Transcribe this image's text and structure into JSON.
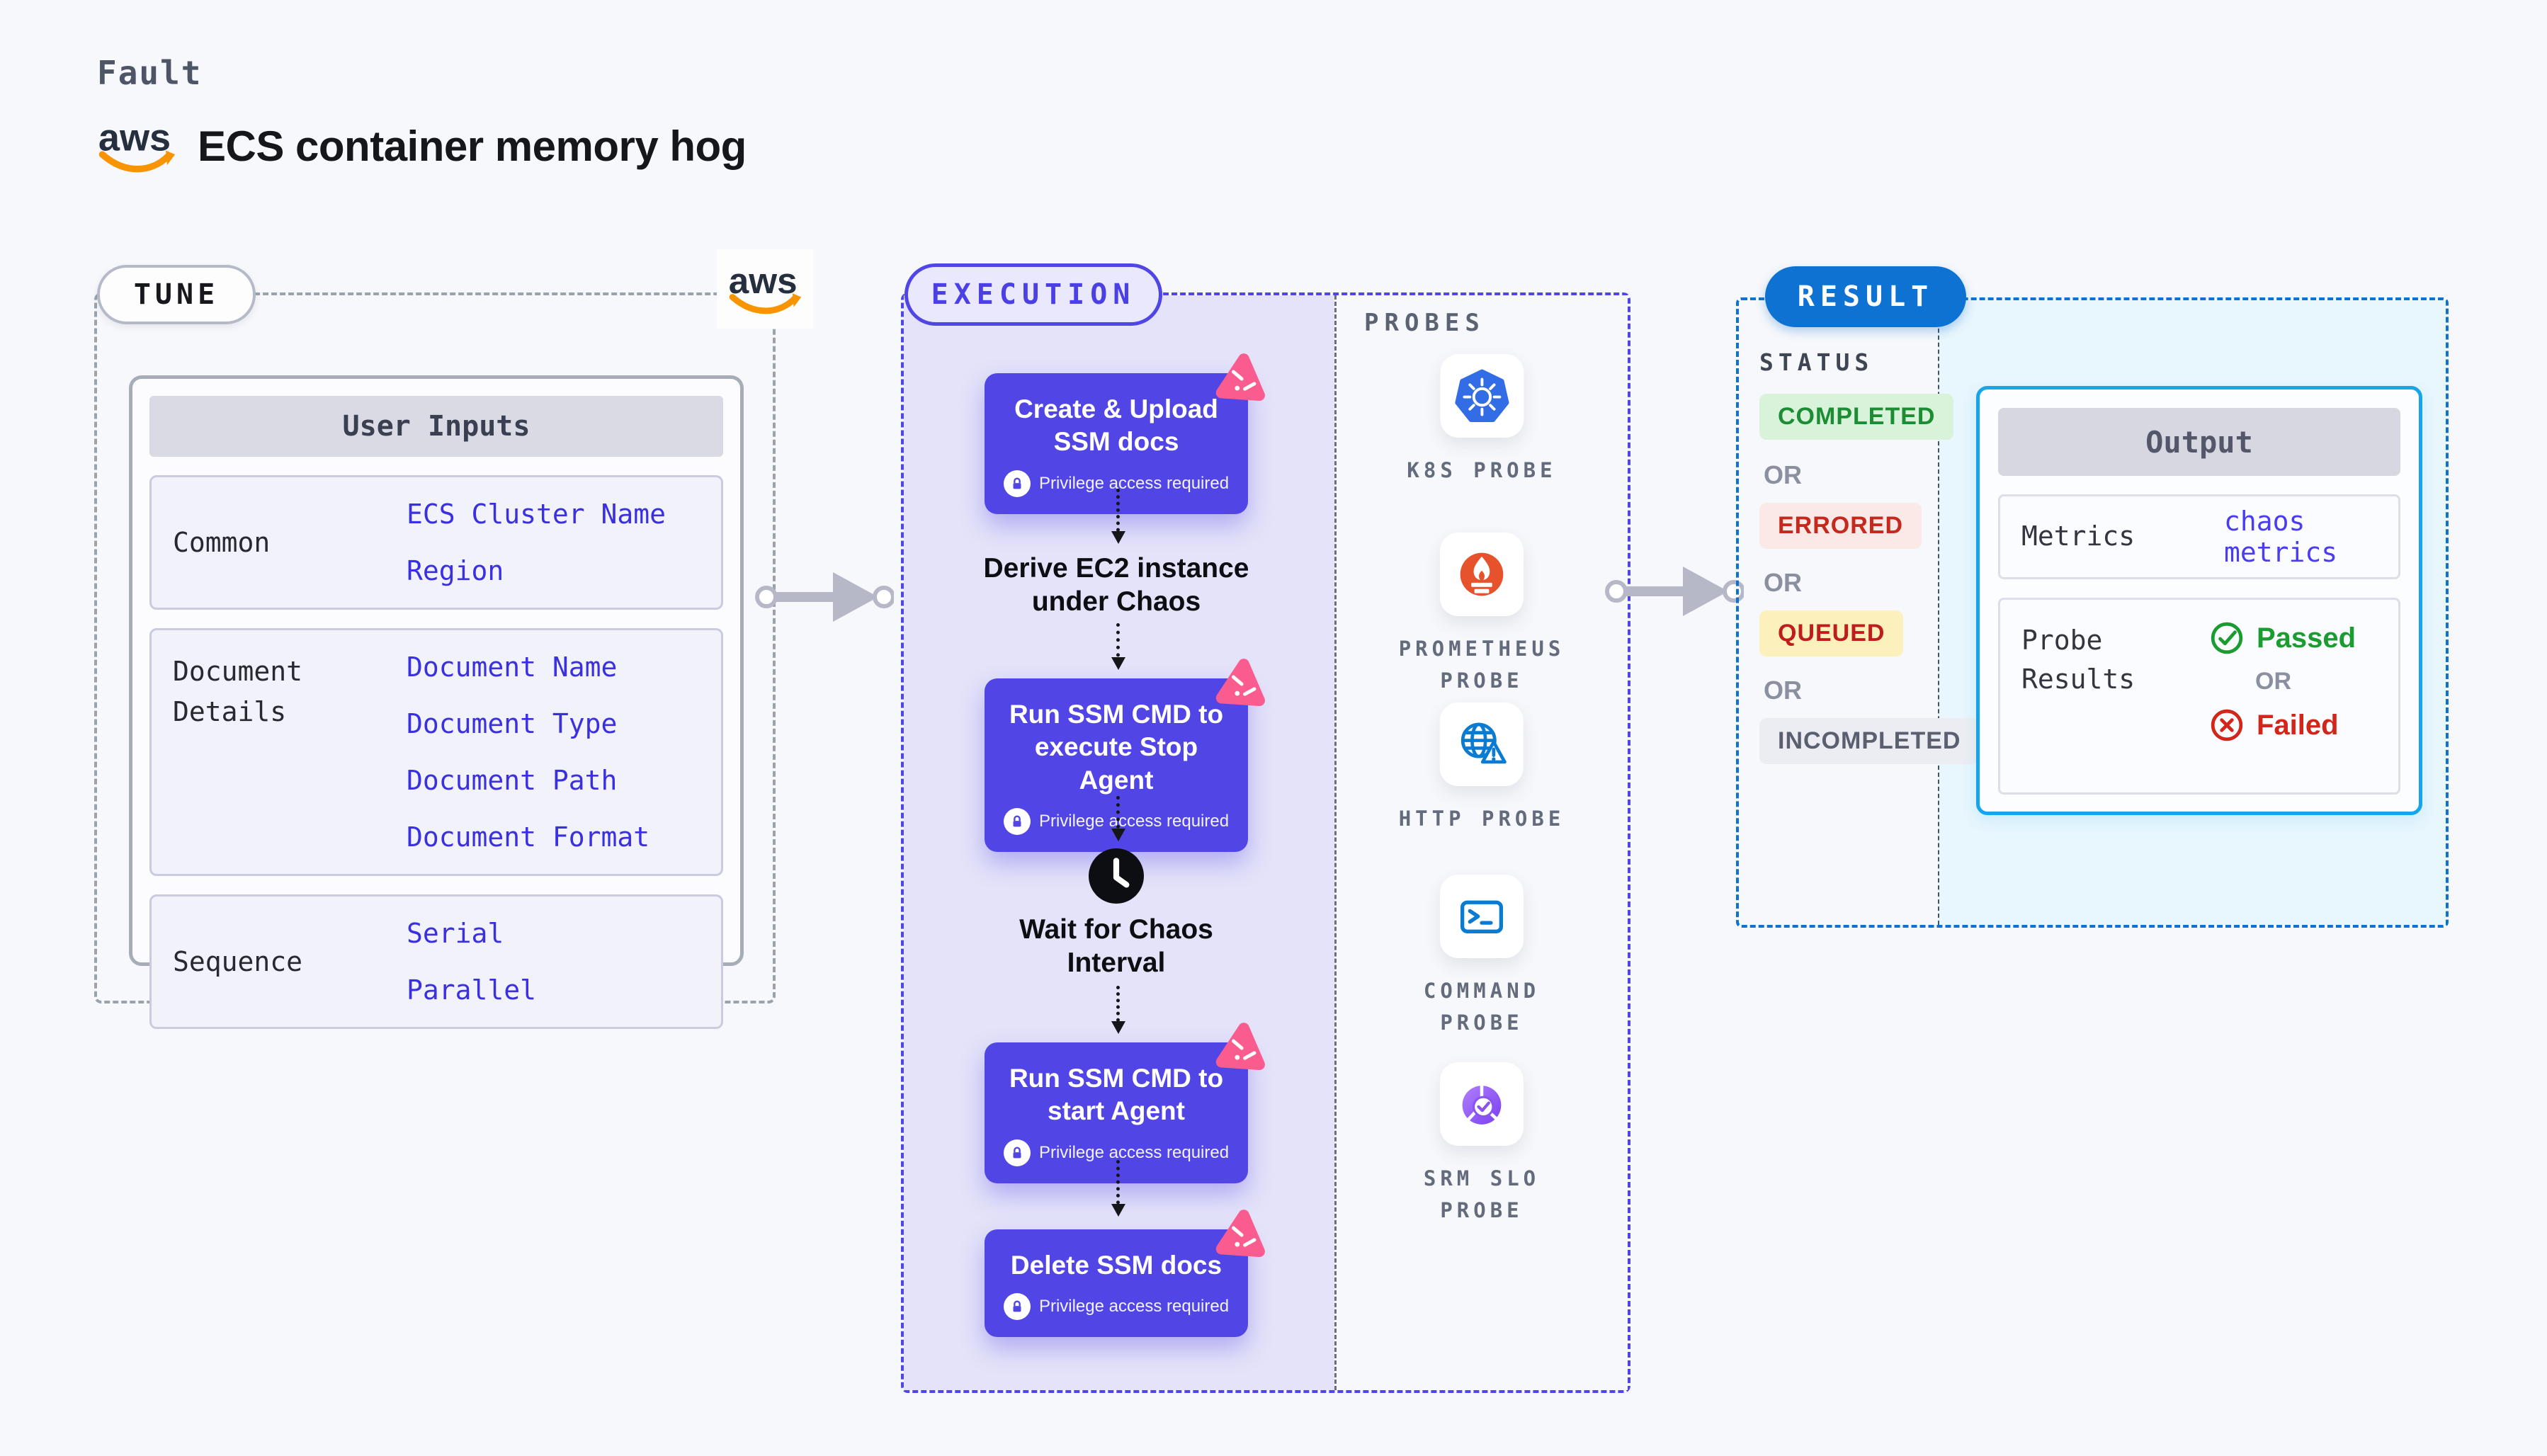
{
  "brand": {
    "aws_logo_text": "aws"
  },
  "header": {
    "eyebrow": "Fault",
    "title": "ECS container memory hog"
  },
  "tune": {
    "pill": "TUNE",
    "table": {
      "header": "User Inputs",
      "rows": [
        {
          "label": "Common",
          "values": [
            "ECS Cluster Name",
            "Region"
          ]
        },
        {
          "label": "Document Details",
          "values": [
            "Document Name",
            "Document Type",
            "Document Path",
            "Document Format"
          ]
        },
        {
          "label": "Sequence",
          "values": [
            "Serial",
            "Parallel"
          ]
        }
      ]
    }
  },
  "execution": {
    "pill": "EXECUTION",
    "privilege_note": "Privilege access required",
    "steps": [
      {
        "type": "card",
        "title": "Create & Upload SSM docs"
      },
      {
        "type": "label",
        "title": "Derive EC2 instance under Chaos"
      },
      {
        "type": "card",
        "title": "Run SSM CMD to execute Stop Agent"
      },
      {
        "type": "wait",
        "title": "Wait for Chaos Interval"
      },
      {
        "type": "card",
        "title": "Run SSM CMD to start Agent"
      },
      {
        "type": "card",
        "title": "Delete SSM docs"
      }
    ]
  },
  "probes": {
    "heading": "PROBES",
    "items": [
      {
        "label": "K8S PROBE",
        "icon": "kubernetes-icon"
      },
      {
        "label": "PROMETHEUS PROBE",
        "icon": "prometheus-icon"
      },
      {
        "label": "HTTP PROBE",
        "icon": "http-globe-warning-icon"
      },
      {
        "label": "COMMAND PROBE",
        "icon": "terminal-icon"
      },
      {
        "label": "SRM SLO PROBE",
        "icon": "srm-slo-gauge-icon"
      }
    ]
  },
  "result": {
    "pill": "RESULT",
    "status_heading": "STATUS",
    "or_label": "OR",
    "statuses": [
      {
        "label": "COMPLETED",
        "text_color": "#1d8d35",
        "bg_color": "#d9f2da"
      },
      {
        "label": "ERRORED",
        "text_color": "#c5281c",
        "bg_color": "#fbe9e7"
      },
      {
        "label": "QUEUED",
        "text_color": "#bf1d1d",
        "bg_color": "#fcf0bd"
      },
      {
        "label": "INCOMPLETED",
        "text_color": "#5b6070",
        "bg_color": "#ecedf3"
      }
    ],
    "output": {
      "header": "Output",
      "metrics_label": "Metrics",
      "metrics_value": "chaos metrics",
      "probe_results_label": "Probe Results",
      "passed_label": "Passed",
      "failed_label": "Failed"
    }
  },
  "colors": {
    "execution_accent": "#4f46e5",
    "result_accent": "#0e72d2",
    "output_border": "#15a5e8",
    "card_purple": "#5145e5",
    "value_blue": "#3a30e0",
    "litmus_pink": "#fa5c8f",
    "passed_green": "#1a9c30",
    "failed_red": "#d3261a",
    "aws_orange": "#f79400",
    "kubernetes_blue": "#326de6",
    "prometheus_orange": "#e6522c",
    "http_blue": "#0b7ad1",
    "srm_purple": "#9a66f5"
  }
}
